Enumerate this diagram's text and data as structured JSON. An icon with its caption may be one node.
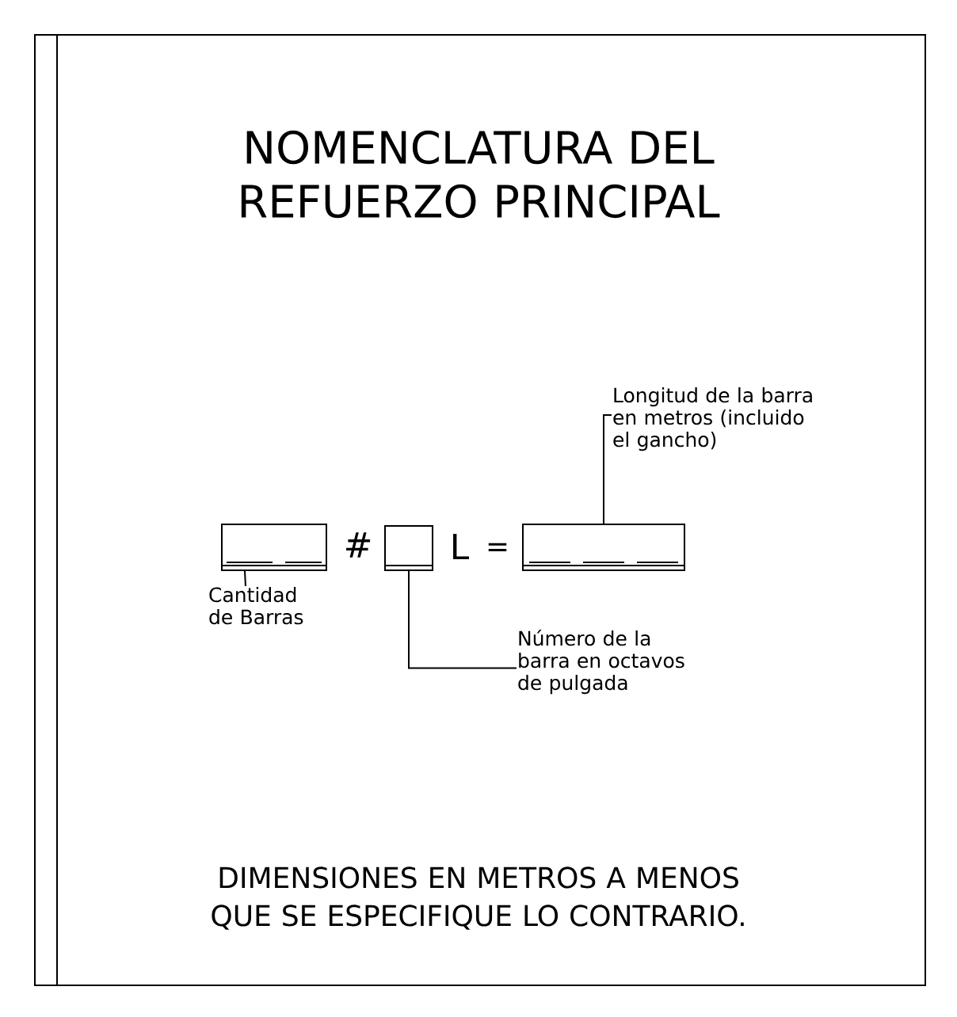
{
  "diagram": {
    "title": "NOMENCLATURA DEL REFUERZO PRINCIPAL",
    "nodes": [
      {
        "text": [],
        "shape": "box"
      },
      {
        "text": [],
        "shape": "box"
      },
      {
        "text": [],
        "shape": "box"
      },
      {
        "text": [
          "Longitud de la barra en metros (incluido el gancho)"
        ]
      },
      {
        "text": [
          "Cantidad de Barras"
        ]
      },
      {
        "text": [
          "Número de la barra en octavos de pulgada"
        ]
      }
    ],
    "edges": [
      {
        "from": 3,
        "to": 2,
        "arrow": "none"
      },
      {
        "from": 4,
        "to": 0,
        "arrow": "none"
      },
      {
        "from": 5,
        "to": 1,
        "arrow": "none"
      }
    ],
    "labels": [
      "#",
      "L",
      "=",
      "DIMENSIONES EN METROS A MENOS QUE SE ESPECIFIQUE LO CONTRARIO."
    ]
  }
}
